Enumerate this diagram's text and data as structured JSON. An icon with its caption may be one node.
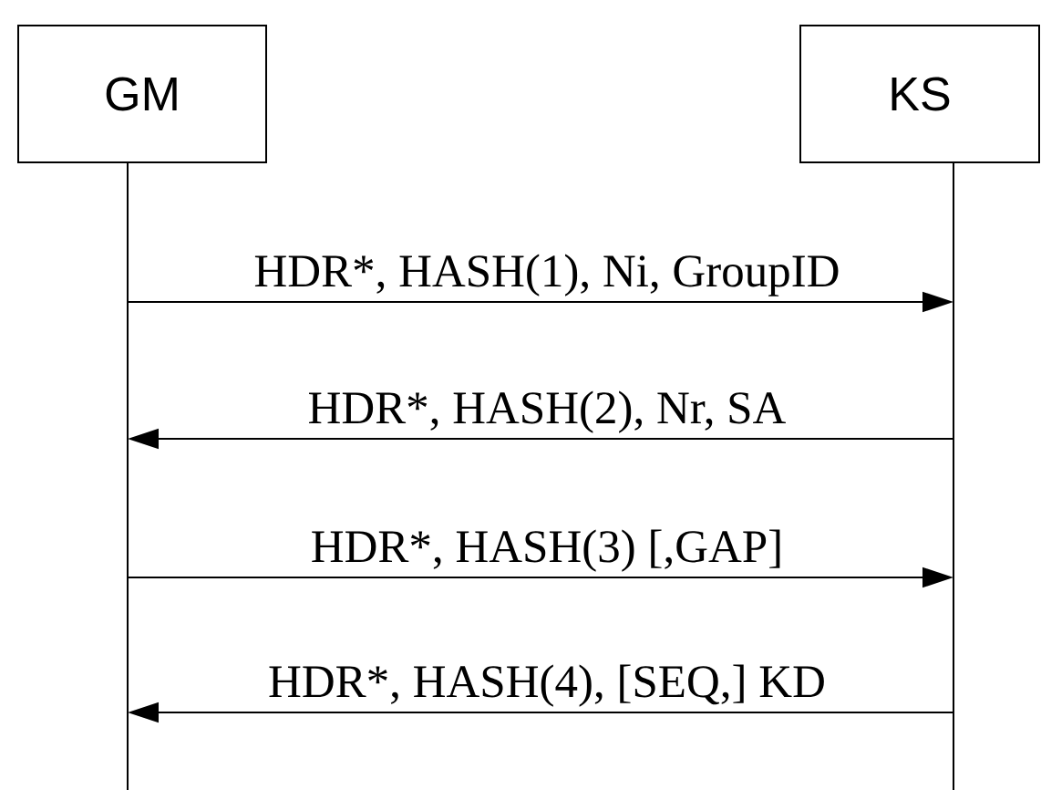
{
  "diagram": {
    "nodes": [
      {
        "text": [
          "GM"
        ]
      },
      {
        "text": [
          "KS"
        ]
      }
    ],
    "edges": [
      {
        "from": 0,
        "to": 1,
        "arrow": "to",
        "label": "HDR*, HASH(1), Ni, GroupID"
      },
      {
        "from": 1,
        "to": 0,
        "arrow": "to",
        "label": "HDR*, HASH(2), Nr, SA"
      },
      {
        "from": 0,
        "to": 1,
        "arrow": "to",
        "label": "HDR*, HASH(3) [,GAP]"
      },
      {
        "from": 1,
        "to": 0,
        "arrow": "to",
        "label": "HDR*, HASH(4), [SEQ,] KD"
      }
    ]
  }
}
